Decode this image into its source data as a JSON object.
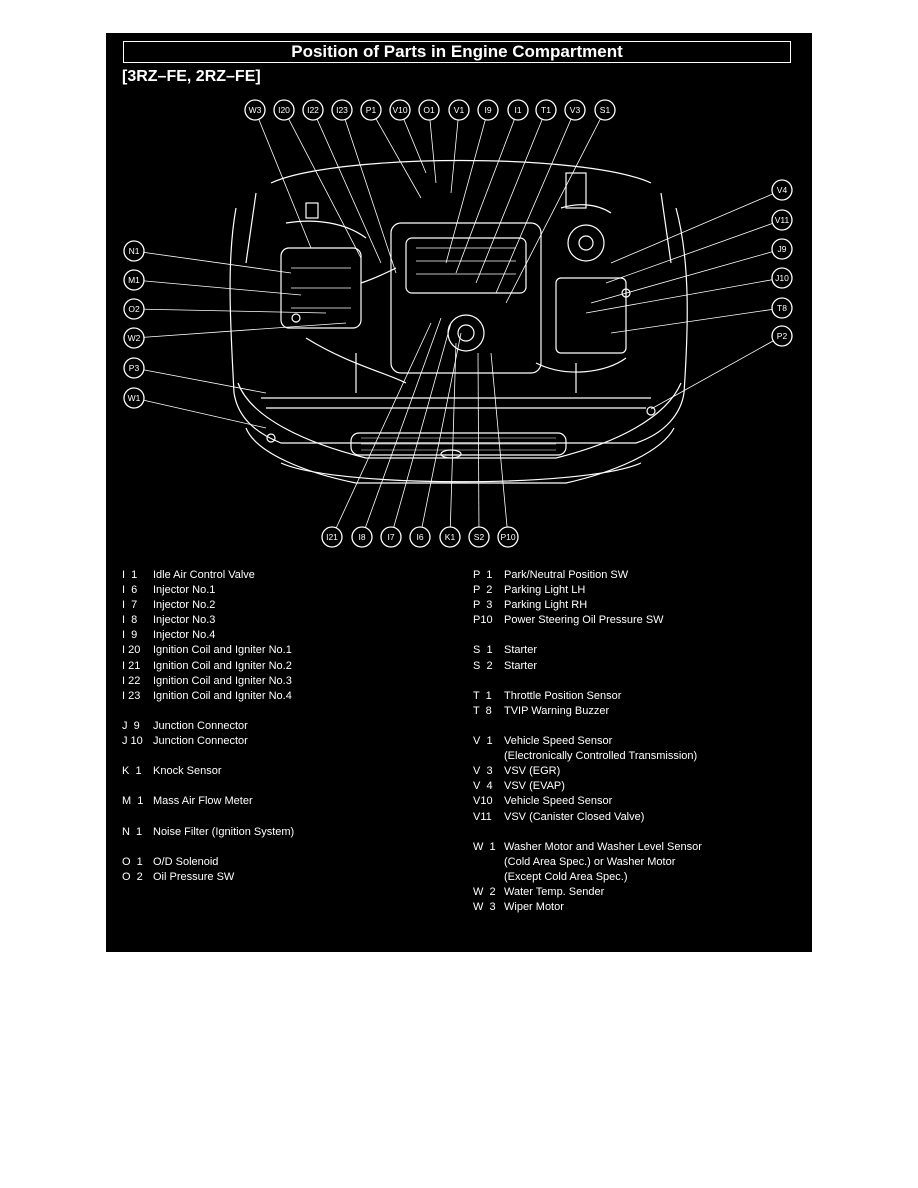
{
  "title": "Position of Parts in Engine Compartment",
  "subtitle": "[3RZ–FE, 2RZ–FE]",
  "colors": {
    "panel": "#000000",
    "line": "#ffffff"
  },
  "callouts_top": [
    "W3",
    "I20",
    "I22",
    "I23",
    "P1",
    "V10",
    "O1",
    "V1",
    "I9",
    "I1",
    "T1",
    "V3",
    "S1"
  ],
  "callouts_left": [
    "N1",
    "M1",
    "O2",
    "W2",
    "P3",
    "W1"
  ],
  "callouts_right": [
    "V4",
    "V11",
    "J9",
    "J10",
    "T8",
    "P2"
  ],
  "callouts_bottom": [
    "I21",
    "I8",
    "I7",
    "I6",
    "K1",
    "S2",
    "P10"
  ],
  "legend_left": [
    {
      "code": "I  1",
      "desc": "Idle Air Control Valve"
    },
    {
      "code": "I  6",
      "desc": "Injector No.1"
    },
    {
      "code": "I  7",
      "desc": "Injector No.2"
    },
    {
      "code": "I  8",
      "desc": "Injector No.3"
    },
    {
      "code": "I  9",
      "desc": "Injector No.4"
    },
    {
      "code": "I 20",
      "desc": "Ignition Coil and Igniter No.1"
    },
    {
      "code": "I 21",
      "desc": "Ignition Coil and Igniter No.2"
    },
    {
      "code": "I 22",
      "desc": "Ignition Coil and Igniter No.3"
    },
    {
      "code": "I 23",
      "desc": "Ignition Coil and Igniter No.4"
    },
    {
      "code": "",
      "desc": ""
    },
    {
      "code": "J  9",
      "desc": "Junction Connector"
    },
    {
      "code": "J 10",
      "desc": "Junction Connector"
    },
    {
      "code": "",
      "desc": ""
    },
    {
      "code": "K  1",
      "desc": "Knock Sensor"
    },
    {
      "code": "",
      "desc": ""
    },
    {
      "code": "M  1",
      "desc": "Mass Air Flow Meter"
    },
    {
      "code": "",
      "desc": ""
    },
    {
      "code": "N  1",
      "desc": "Noise Filter (Ignition System)"
    },
    {
      "code": "",
      "desc": ""
    },
    {
      "code": "O  1",
      "desc": "O/D Solenoid"
    },
    {
      "code": "O  2",
      "desc": "Oil Pressure SW"
    }
  ],
  "legend_right": [
    {
      "code": "P  1",
      "desc": "Park/Neutral Position SW"
    },
    {
      "code": "P  2",
      "desc": "Parking Light LH"
    },
    {
      "code": "P  3",
      "desc": "Parking Light RH"
    },
    {
      "code": "P10",
      "desc": "Power Steering Oil Pressure SW"
    },
    {
      "code": "",
      "desc": ""
    },
    {
      "code": "S  1",
      "desc": "Starter"
    },
    {
      "code": "S  2",
      "desc": "Starter"
    },
    {
      "code": "",
      "desc": ""
    },
    {
      "code": "T  1",
      "desc": "Throttle Position Sensor"
    },
    {
      "code": "T  8",
      "desc": "TVIP Warning Buzzer"
    },
    {
      "code": "",
      "desc": ""
    },
    {
      "code": "V  1",
      "desc": "Vehicle Speed Sensor"
    },
    {
      "code": "",
      "desc": "(Electronically Controlled Transmission)"
    },
    {
      "code": "V  3",
      "desc": "VSV (EGR)"
    },
    {
      "code": "V  4",
      "desc": "VSV (EVAP)"
    },
    {
      "code": "V10",
      "desc": "Vehicle Speed Sensor"
    },
    {
      "code": "V11",
      "desc": "VSV (Canister Closed Valve)"
    },
    {
      "code": "",
      "desc": ""
    },
    {
      "code": "W  1",
      "desc": "Washer Motor and Washer Level Sensor"
    },
    {
      "code": "",
      "desc": "(Cold Area Spec.) or Washer Motor"
    },
    {
      "code": "",
      "desc": "(Except Cold Area Spec.)"
    },
    {
      "code": "W  2",
      "desc": "Water Temp. Sender"
    },
    {
      "code": "W  3",
      "desc": "Wiper Motor"
    }
  ]
}
